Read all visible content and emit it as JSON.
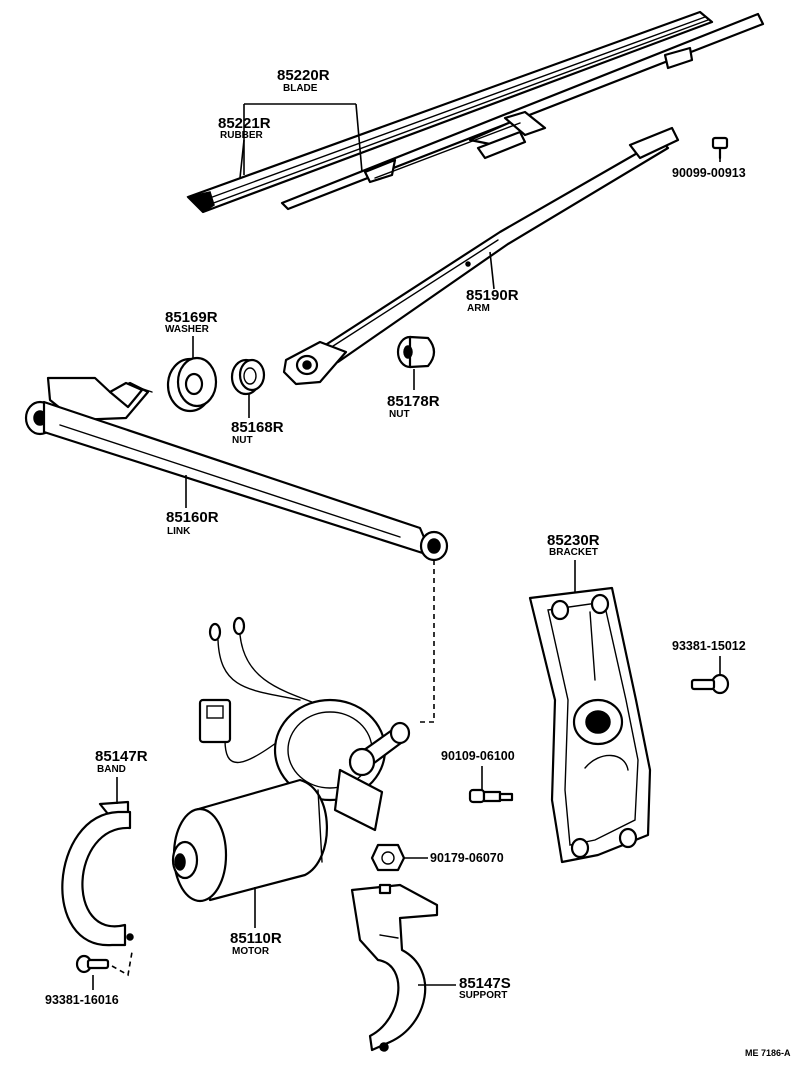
{
  "parts": [
    {
      "id": "blade",
      "number": "85220R",
      "name": "BLADE"
    },
    {
      "id": "rubber",
      "number": "85221R",
      "name": "RUBBER"
    },
    {
      "id": "bolt-top",
      "number": "90099-00913",
      "name": ""
    },
    {
      "id": "arm",
      "number": "85190R",
      "name": "ARM"
    },
    {
      "id": "washer",
      "number": "85169R",
      "name": "WASHER"
    },
    {
      "id": "nut-85168",
      "number": "85168R",
      "name": "NUT"
    },
    {
      "id": "nut-85178",
      "number": "85178R",
      "name": "NUT"
    },
    {
      "id": "link",
      "number": "85160R",
      "name": "LINK"
    },
    {
      "id": "bracket",
      "number": "85230R",
      "name": "BRACKET"
    },
    {
      "id": "bolt-bracket",
      "number": "93381-15012",
      "name": ""
    },
    {
      "id": "band",
      "number": "85147R",
      "name": "BAND"
    },
    {
      "id": "screw-90109",
      "number": "90109-06100",
      "name": ""
    },
    {
      "id": "nut-90179",
      "number": "90179-06070",
      "name": ""
    },
    {
      "id": "motor",
      "number": "85110R",
      "name": "MOTOR"
    },
    {
      "id": "bolt-band",
      "number": "93381-16016",
      "name": ""
    },
    {
      "id": "support",
      "number": "85147S",
      "name": "SUPPORT"
    }
  ],
  "drawing_ref": "ME 7186-A"
}
